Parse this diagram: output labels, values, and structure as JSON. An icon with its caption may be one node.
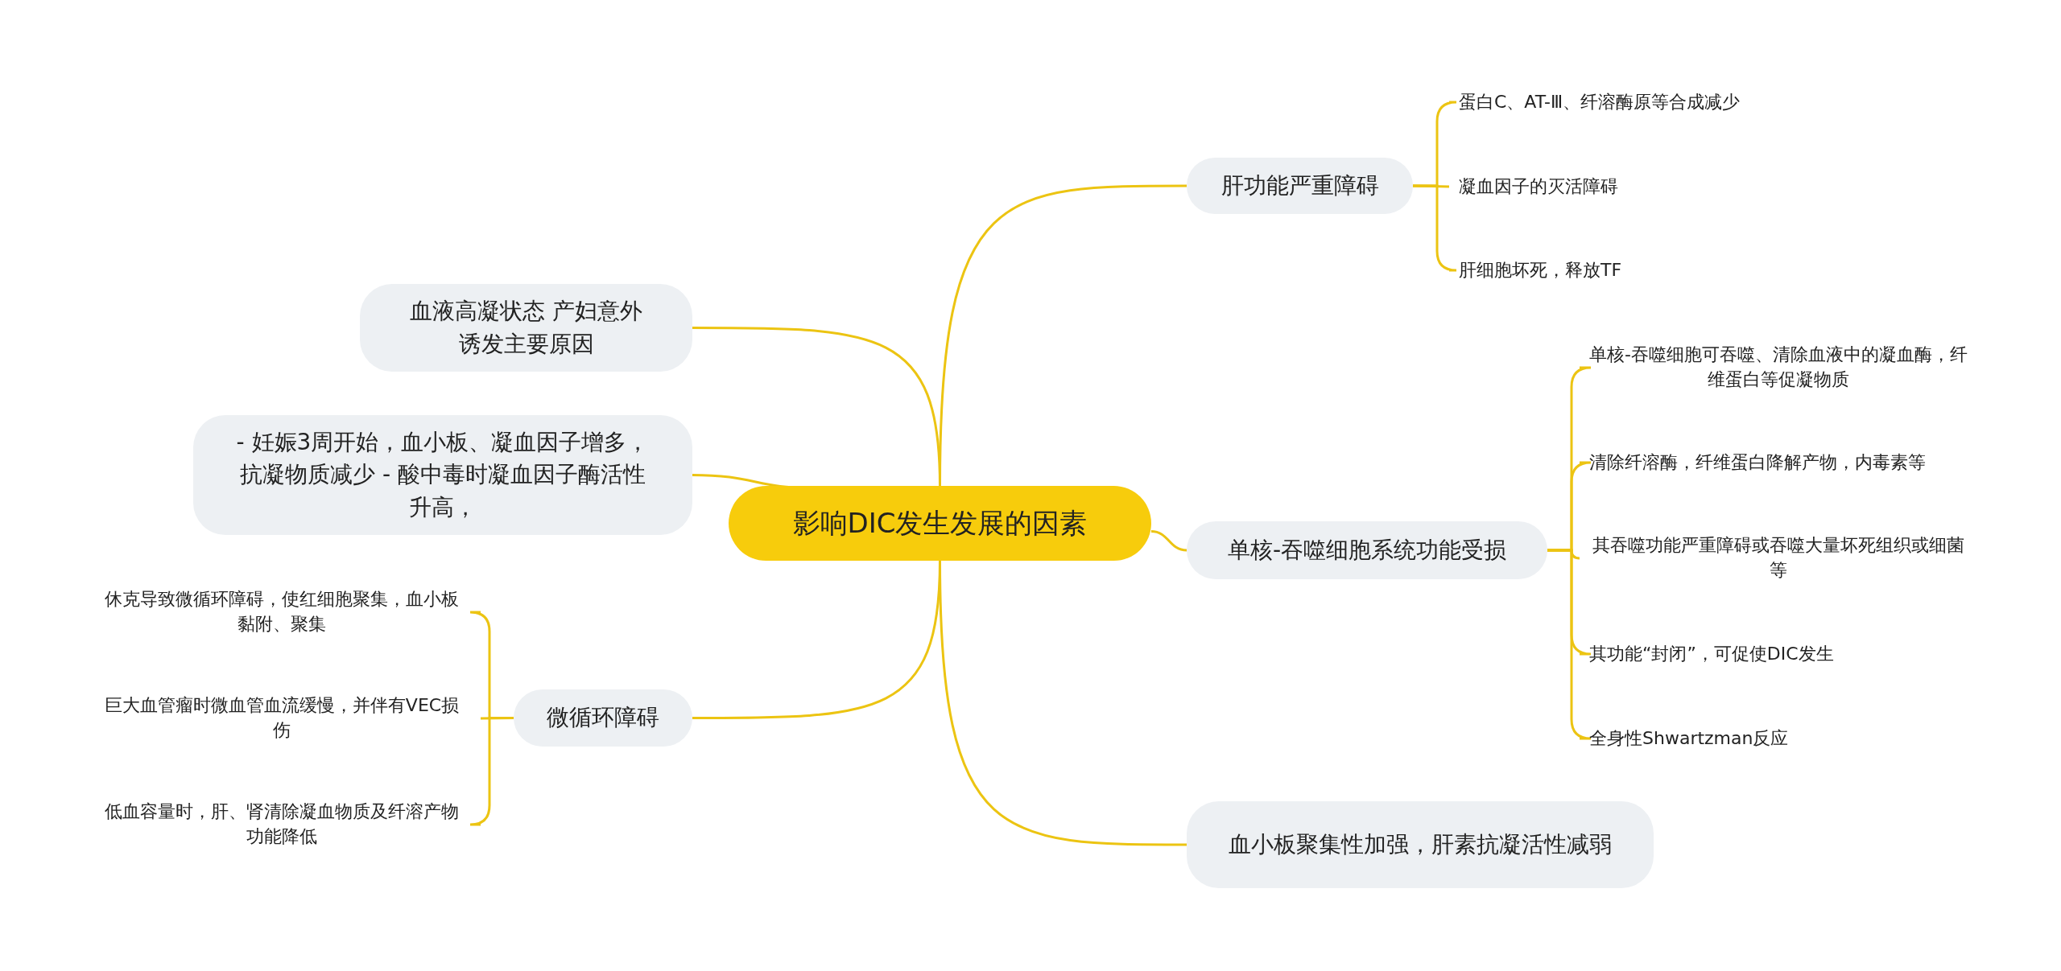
{
  "diagram": {
    "nodes": [
      {
        "text": [
          "影响DIC发生发展的因素"
        ]
      },
      {
        "text": [
          "肝功能严重障碍"
        ]
      },
      {
        "text": [
          "蛋白C、AT-Ⅲ、纤溶酶原等合成减少"
        ]
      },
      {
        "text": [
          "凝血因子的灭活障碍"
        ]
      },
      {
        "text": [
          "肝细胞坏死，释放TF"
        ]
      },
      {
        "text": [
          "血液高凝状态 产妇意外诱发主要原因"
        ]
      },
      {
        "text": [
          "- 妊娠3周开始，血小板、凝血因子增多，抗凝物质减少 - 酸中毒时凝血因子酶活性升高，"
        ]
      },
      {
        "text": [
          "单核-吞噬细胞系统功能受损"
        ]
      },
      {
        "text": [
          "单核-吞噬细胞可吞噬、清除血液中的凝血酶，纤维蛋白等促凝物质"
        ]
      },
      {
        "text": [
          "清除纤溶酶，纤维蛋白降解产物，内毒素等"
        ]
      },
      {
        "text": [
          "其吞噬功能严重障碍或吞噬大量坏死组织或细菌等"
        ]
      },
      {
        "text": [
          "其功能“封闭”，可促使DIC发生"
        ]
      },
      {
        "text": [
          "全身性Shwartzman反应"
        ]
      },
      {
        "text": [
          "微循环障碍"
        ]
      },
      {
        "text": [
          "休克导致微循环障碍，使红细胞聚集，血小板黏附、聚集"
        ]
      },
      {
        "text": [
          "巨大血管瘤时微血管血流缓慢，并伴有VEC损伤"
        ]
      },
      {
        "text": [
          "低血容量时，肝、肾清除凝血物质及纤溶产物功能降低"
        ]
      },
      {
        "text": [
          "血小板聚集性加强，肝素抗凝活性减弱"
        ]
      }
    ],
    "edges": [
      {
        "from": 0,
        "to": 1,
        "arrow": "none"
      },
      {
        "from": 1,
        "to": 2,
        "arrow": "none"
      },
      {
        "from": 1,
        "to": 3,
        "arrow": "none"
      },
      {
        "from": 1,
        "to": 4,
        "arrow": "none"
      },
      {
        "from": 0,
        "to": 5,
        "arrow": "none"
      },
      {
        "from": 0,
        "to": 6,
        "arrow": "none"
      },
      {
        "from": 0,
        "to": 7,
        "arrow": "none"
      },
      {
        "from": 7,
        "to": 8,
        "arrow": "none"
      },
      {
        "from": 7,
        "to": 9,
        "arrow": "none"
      },
      {
        "from": 7,
        "to": 10,
        "arrow": "none"
      },
      {
        "from": 7,
        "to": 11,
        "arrow": "none"
      },
      {
        "from": 7,
        "to": 12,
        "arrow": "none"
      },
      {
        "from": 0,
        "to": 13,
        "arrow": "none"
      },
      {
        "from": 13,
        "to": 14,
        "arrow": "none"
      },
      {
        "from": 13,
        "to": 15,
        "arrow": "none"
      },
      {
        "from": 13,
        "to": 16,
        "arrow": "none"
      },
      {
        "from": 0,
        "to": 17,
        "arrow": "none"
      }
    ]
  }
}
